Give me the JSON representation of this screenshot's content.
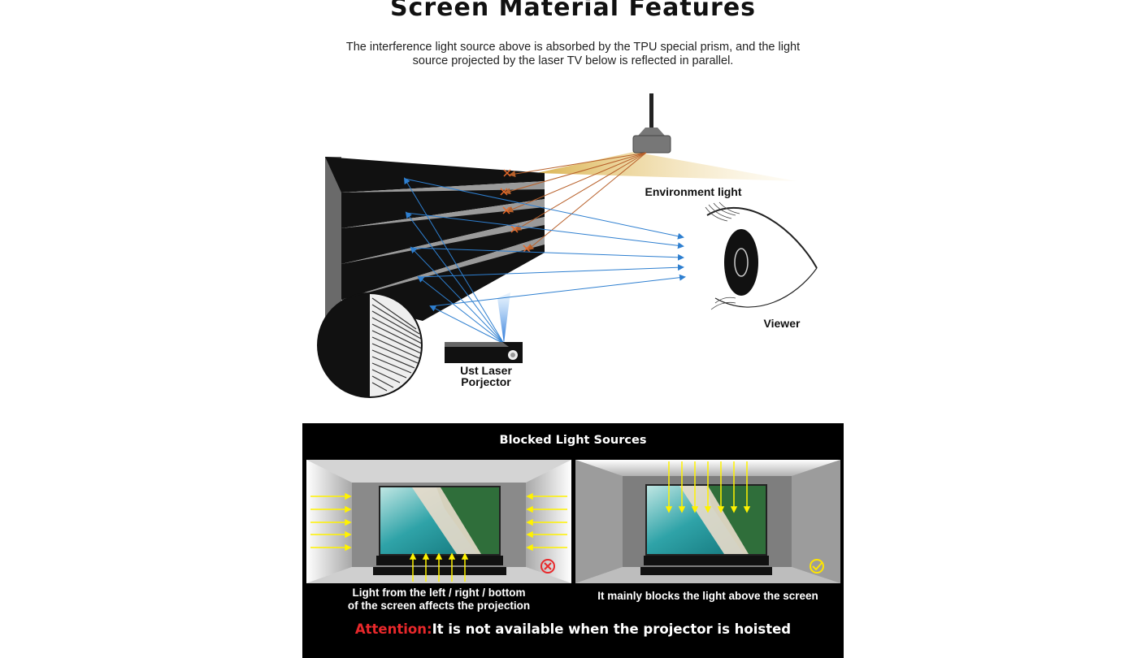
{
  "header": {
    "title": "Screen Material Features",
    "description_line1": "The interference light source above is absorbed by the TPU special prism, and the light",
    "description_line2": "source projected by the laser TV below is reflected in parallel."
  },
  "diagram": {
    "environment_label": "Environment light",
    "viewer_label": "Viewer",
    "projector_label_line1": "Ust Laser",
    "projector_label_line2": "Porjector",
    "colors": {
      "ambient_ray": "#e8823a",
      "reflect_ray": "#2e7fd0",
      "blocked_mark": "#e86a2a",
      "lamp_glow": "#d9b04a"
    }
  },
  "panel": {
    "title": "Blocked Light Sources",
    "left_caption_line1": "Light from the left / right / bottom",
    "left_caption_line2": "of the screen affects the projection",
    "right_caption": "It mainly blocks the light above the screen",
    "attention_label": "Attention:",
    "attention_text": "It is not available when the projector is hoisted",
    "colors": {
      "arrow": "#fff200",
      "bad": "#e8282b",
      "good": "#ffe500",
      "attention": "#e8282b"
    }
  }
}
